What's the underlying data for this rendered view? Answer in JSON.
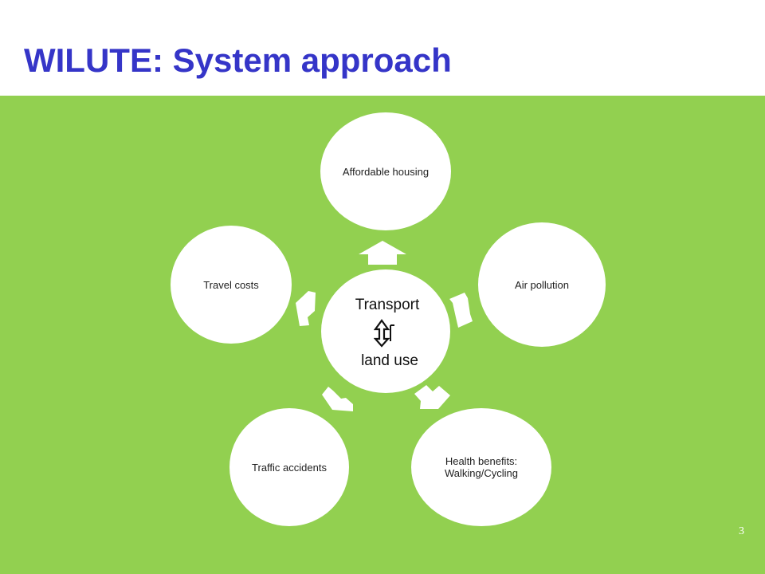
{
  "slide": {
    "title": "WILUTE: System approach",
    "page_number": "3"
  },
  "diagram": {
    "center": {
      "line1": "Transport",
      "symbol": "up-down-arrow-icon",
      "line2": "land use"
    },
    "nodes": [
      {
        "id": "affordable-housing",
        "label": "Affordable housing"
      },
      {
        "id": "air-pollution",
        "label": "Air pollution"
      },
      {
        "id": "health-benefits",
        "label": "Health benefits: Walking/Cycling"
      },
      {
        "id": "traffic-accidents",
        "label": "Traffic accidents"
      },
      {
        "id": "travel-costs",
        "label": "Travel costs"
      }
    ]
  },
  "colors": {
    "background": "#92d050",
    "title": "#3535c8",
    "node_fill": "#ffffff",
    "page_number": "#ffffff"
  }
}
